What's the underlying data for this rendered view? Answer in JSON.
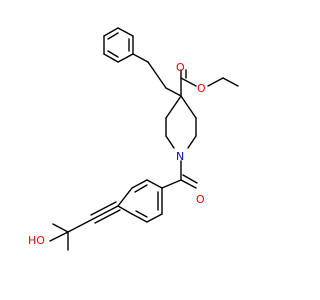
{
  "diagram": {
    "type": "chemical-structure",
    "atoms": {
      "O1": {
        "text": "O",
        "color": "#ff0000"
      },
      "O2": {
        "text": "O",
        "color": "#ff0000"
      },
      "N1": {
        "text": "N",
        "color": "#0000ff"
      },
      "O3": {
        "text": "O",
        "color": "#ff0000"
      },
      "OH": {
        "text": "HO",
        "color": "#ff0000"
      }
    }
  }
}
